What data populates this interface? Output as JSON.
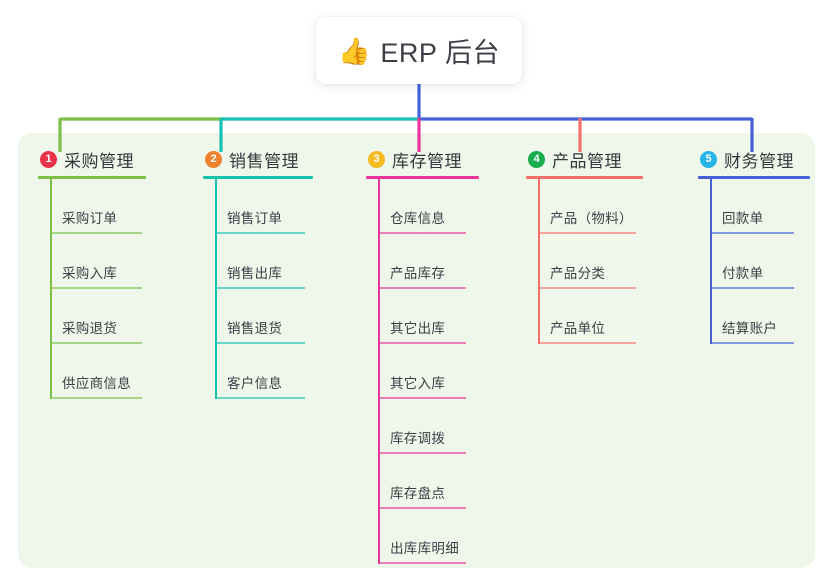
{
  "diagram": {
    "type": "mindmap",
    "root": {
      "icon": "thumbs-up-emoji",
      "icon_glyph": "👍",
      "title": "ERP 后台"
    },
    "panel_color": "#eef7e9",
    "branches": [
      {
        "number": "1",
        "title": "采购管理",
        "badge_color": "#e8334a",
        "line_color": "#7cc04a",
        "items": [
          "采购订单",
          "采购入库",
          "采购退货",
          "供应商信息"
        ]
      },
      {
        "number": "2",
        "title": "销售管理",
        "badge_color": "#f0812f",
        "line_color": "#19c1b0",
        "items": [
          "销售订单",
          "销售出库",
          "销售退货",
          "客户信息"
        ]
      },
      {
        "number": "3",
        "title": "库存管理",
        "badge_color": "#f5bb21",
        "line_color": "#e8359b",
        "items": [
          "仓库信息",
          "产品库存",
          "其它出库",
          "其它入库",
          "库存调拨",
          "库存盘点",
          "出库库明细"
        ]
      },
      {
        "number": "4",
        "title": "产品管理",
        "badge_color": "#1aad4b",
        "line_color": "#f4706a",
        "items": [
          "产品（物料）",
          "产品分类",
          "产品单位"
        ]
      },
      {
        "number": "5",
        "title": "财务管理",
        "badge_color": "#25b3e8",
        "line_color": "#4561d8",
        "items": [
          "回款单",
          "付款单",
          "结算账户"
        ]
      }
    ]
  }
}
